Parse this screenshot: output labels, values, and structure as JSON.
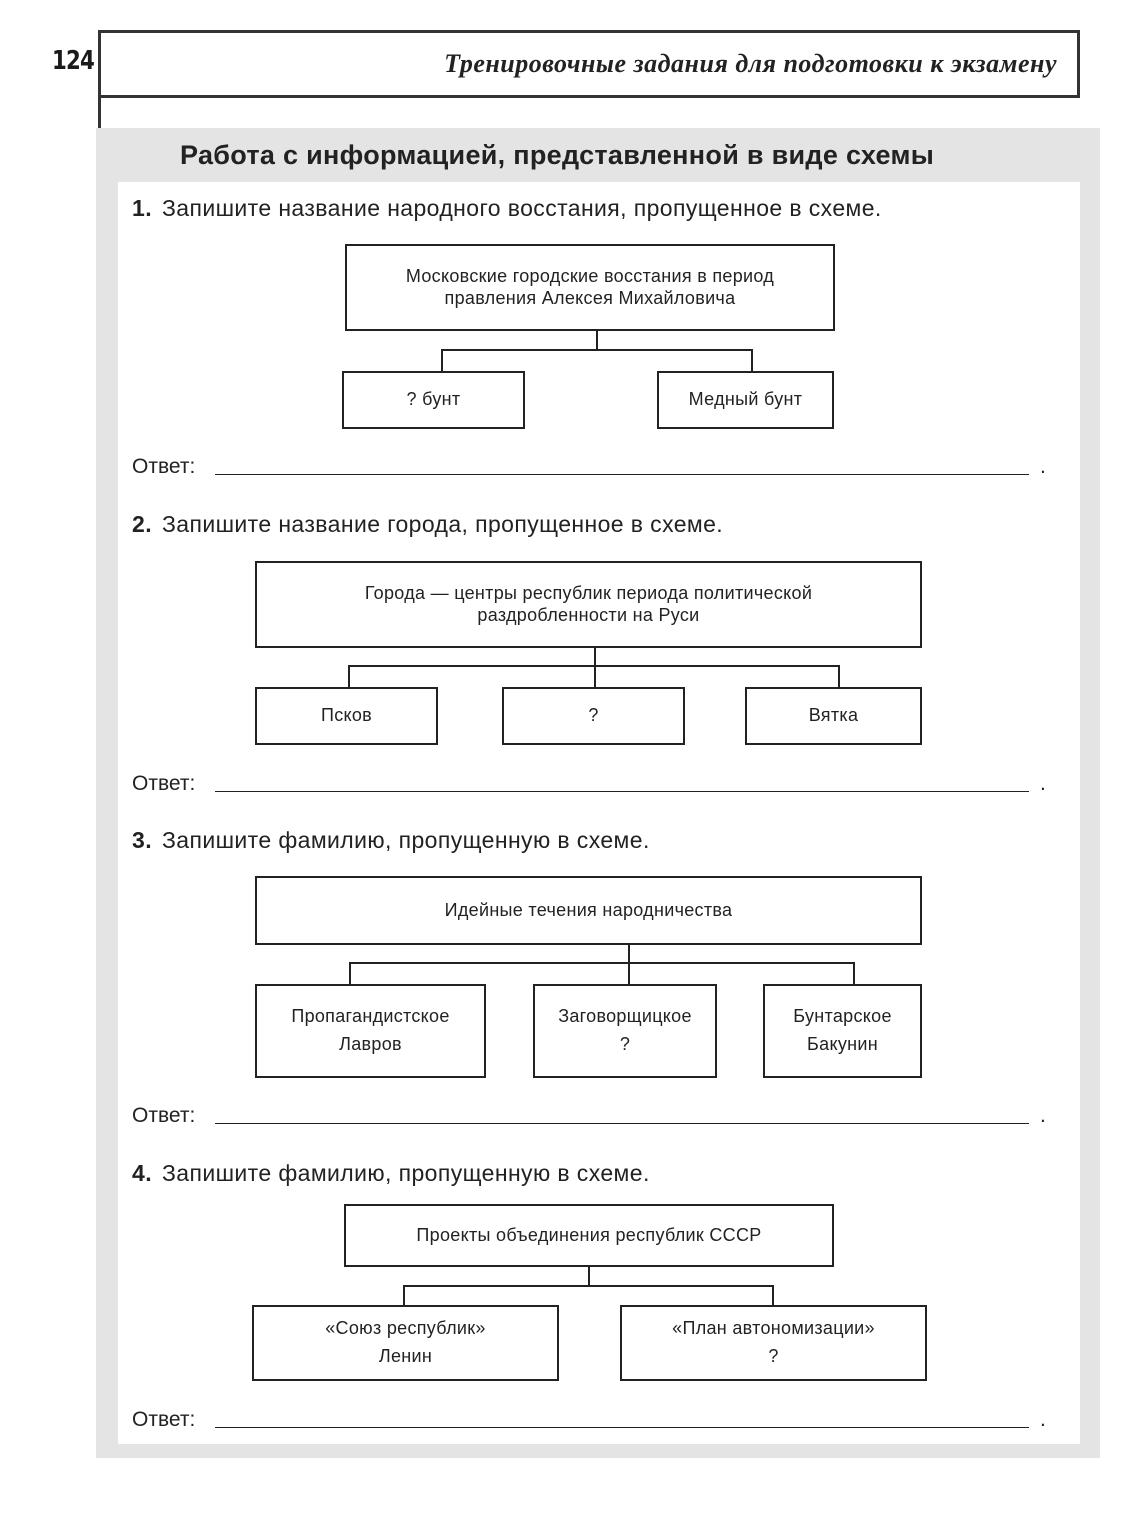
{
  "page": {
    "number": "124",
    "running_header": "Тренировочные задания для подготовки к экзамену",
    "section_title": "Работа с информацией, представленной в виде схемы"
  },
  "answer_label": "Ответ:",
  "answer_end": ".",
  "questions": [
    {
      "number": "1.",
      "text": "Запишите название народного восстания, пропущенное в схеме.",
      "root": [
        "Московские городские восстания в период",
        "правления Алексея Михайловича"
      ],
      "children": [
        [
          "? бунт"
        ],
        [
          "Медный бунт"
        ]
      ]
    },
    {
      "number": "2.",
      "text": "Запишите название города, пропущенное в схеме.",
      "root": [
        "Города — центры республик периода политической",
        "раздробленности на Руси"
      ],
      "children": [
        [
          "Псков"
        ],
        [
          "?"
        ],
        [
          "Вятка"
        ]
      ]
    },
    {
      "number": "3.",
      "text": "Запишите фамилию, пропущенную в схеме.",
      "root": [
        "Идейные течения народничества"
      ],
      "children": [
        [
          "Пропагандистское",
          "Лавров"
        ],
        [
          "Заговорщицкое",
          "?"
        ],
        [
          "Бунтарское",
          "Бакунин"
        ]
      ]
    },
    {
      "number": "4.",
      "text": "Запишите фамилию, пропущенную в схеме.",
      "root": [
        "Проекты объединения республик СССР"
      ],
      "children": [
        [
          "«Союз республик»",
          "Ленин"
        ],
        [
          "«План автономизации»",
          "?"
        ]
      ]
    }
  ]
}
